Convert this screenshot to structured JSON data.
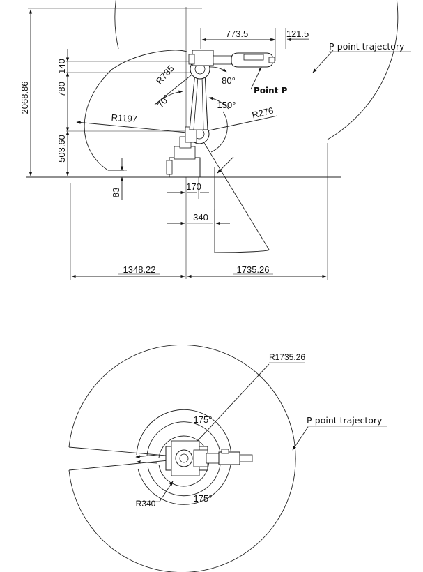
{
  "side_view": {
    "height_total": "2068.86",
    "height_140": "140",
    "height_780": "780",
    "height_503": "503.60",
    "height_83": "83",
    "reach_left": "1348.22",
    "reach_right": "1735.26",
    "width_170": "170",
    "width_340": "340",
    "arm_773": "773.5",
    "arm_121": "121.5",
    "radius_785": "R785",
    "radius_1197": "R1197",
    "radius_276": "R276",
    "angle_80": "80°",
    "angle_70": "70°",
    "angle_150": "150°",
    "point_label": "Point P",
    "trajectory_label": "P-point trajectory"
  },
  "top_view": {
    "radius_outer": "R1735.26",
    "radius_inner": "R340",
    "angle_top": "175°",
    "angle_bottom": "175°",
    "trajectory_label": "P-point trajectory"
  }
}
